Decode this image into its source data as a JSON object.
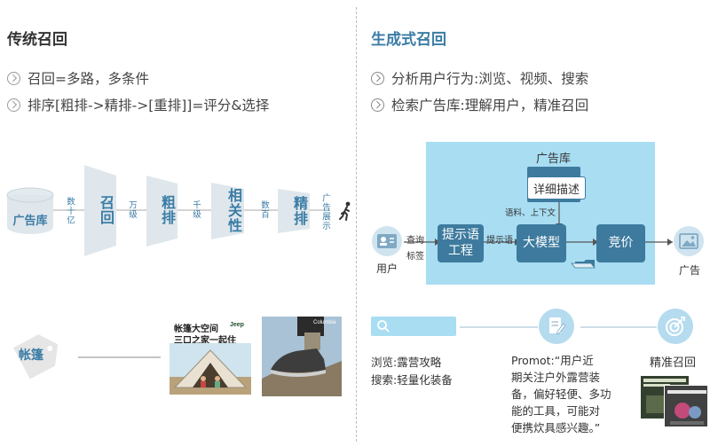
{
  "left": {
    "title": "传统召回",
    "bullets": [
      "召回=多路，多条件",
      "排序[粗排->精排->[重排]]=评分&选择"
    ],
    "db_label": "广告库",
    "stage1_count": "数十亿",
    "stages": [
      {
        "label": "召回",
        "count": "万级"
      },
      {
        "label": "粗排",
        "count": "千级"
      },
      {
        "label": "相关性",
        "count": "数百"
      },
      {
        "label": "精排",
        "count": "广告展示"
      }
    ],
    "tag_label": "帐篷",
    "ad1": {
      "headline": "帐篷大空间",
      "subline": "三口之家一起住",
      "brand": "Jeep"
    },
    "ad2": {
      "brand": "Columbia"
    }
  },
  "right": {
    "title": "生成式召回",
    "bullets": [
      "分析用户行为:浏览、视频、搜索",
      "检索广告库:理解用户，精准召回"
    ],
    "box_title": "广告库",
    "detail_label": "详细描述",
    "context_label": "语料、上下文",
    "user_label": "用户",
    "query_label": "查询",
    "tag_label": "标签",
    "prompt_node": "提示语\n工程",
    "prompt_edge": "提示语",
    "llm_node": "大模型",
    "bid_node": "竞价",
    "ad_label": "广告",
    "browse_text": "浏览:露营攻略",
    "search_text": "搜索:轻量化装备",
    "prompt_text": "Promot:“用户近\n期关注户外露营装\n备，偏好轻便、多功\n能的工具，可能对\n便携炊具感兴趣。”",
    "recall_label": "精准召回"
  },
  "colors": {
    "accent": "#3a7ca5",
    "node": "#3d7a9e",
    "box": "#a8ddf2",
    "funnel": "#dfe7ec"
  }
}
